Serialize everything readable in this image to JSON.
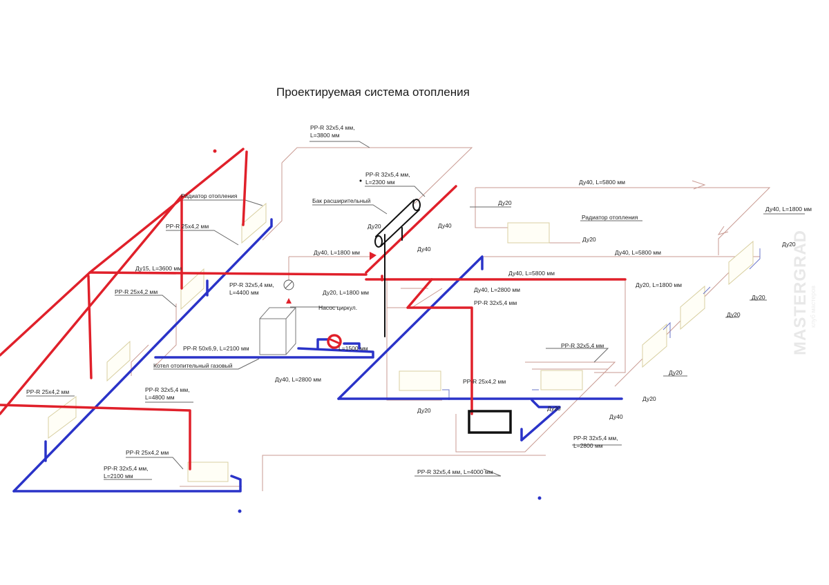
{
  "title": "Проектируемая система отопления",
  "watermark": "MASTERGRAD",
  "watermark_sub": "клуб мастеров",
  "colors": {
    "supply": "#e0202a",
    "return": "#2a33c8",
    "pipe_thin": "#c99a92",
    "fixture_outline": "#d8cfa0",
    "thin_blue": "#6a74c8",
    "leader": "#555555",
    "black": "#111111"
  },
  "labels": {
    "pp_top": "PP-R 32х5,4 мм,",
    "pp_top_l": "L=3800 мм",
    "pp_2300": "PP-R 32х5,4 мм,",
    "pp_2300_l": "L=2300 мм",
    "tank": "Бак расширительный",
    "du20_tank": "Ду20",
    "du40_tank": "Ду40",
    "du40_1800": "Ду40, L=1800 мм",
    "du40_mid": "Ду40",
    "radiator_left": "Радиатор отопления",
    "pp25_top": "PP-R 25х4,2 мм",
    "du15": "Ду15, L=3600 мм",
    "pp32_4400": "PP-R 32х5,4 мм,",
    "pp32_4400_l": "L=4400 мм",
    "pp25_left": "PP-R 25х4,2 мм",
    "du20_1800": "Ду20, L=1800 мм",
    "pump": "Насос циркул.",
    "pp50": "PP-R 50х6,9, L=2100 мм",
    "l1500": "L=1500 мм",
    "boiler": "Котел отопительный газовый",
    "du40_2800": "Ду40, L=2800 мм",
    "pp25_far_left": "PP-R 25х4,2 мм",
    "pp32_4800": "PP-R 32х5,4 мм,",
    "pp32_4800_l": "L=4800 мм",
    "pp25_bottom": "PP-R 25х4,2 мм",
    "pp32_2100": "PP-R 32х5,4 мм,",
    "pp32_2100_l": "L=2100 мм",
    "pp32_4000": "PP-R 32х5,4 мм, L=4000 мм",
    "du40_5800_top": "Ду40, L=5800 мм",
    "du20_top": "Ду20",
    "radiator_right": "Радиатор отопления",
    "du20_right_rad": "Ду20",
    "du40_1800_right": "Ду40, L=1800 мм",
    "du20_far_right": "Ду20",
    "du40_5800_a": "Ду40, L=5800 мм",
    "du40_5800_b": "Ду40, L=5800 мм",
    "du20_1800_right": "Ду20, L=1800 мм",
    "du40_2800_mid": "Ду40, L=2800 мм",
    "pp32_mid": "PP-R 32х5,4 мм",
    "du20_r1": "Ду20",
    "du20_r2": "Ду20",
    "pp32_right": "PP-R 32х5,4 мм",
    "pp25_center": "PP-R 25х4,2 мм",
    "du20_center": "Ду20",
    "du20_center2": "Ду20",
    "du20_r3": "Ду20",
    "du20_r4": "Ду20",
    "du40_bottom": "Ду40",
    "pp32_2800": "PP-R 32х5,4 мм,",
    "pp32_2800_l": "L=2800 мм"
  }
}
